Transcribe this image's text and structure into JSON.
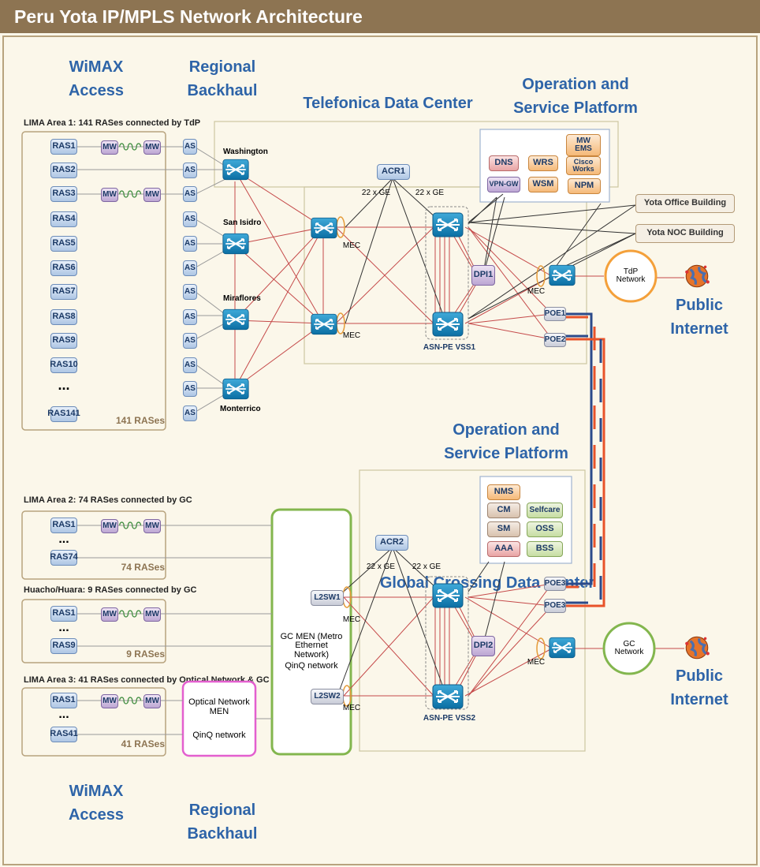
{
  "header": {
    "title": "Peru Yota IP/MPLS Network Architecture"
  },
  "section_labels": {
    "wimax_access": "WiMAX Access",
    "regional_backhaul": "Regional Backhaul",
    "telefonica_dc": "Telefonica Data Center",
    "op_service_platform": "Operation and Service Platform",
    "global_crossing_dc": "Global Crossing Data Center",
    "public_internet": "Public Internet"
  },
  "areas": {
    "lima1": {
      "title": "LIMA Area 1: 141 RASes connected by TdP",
      "count": "141 RASes"
    },
    "lima2": {
      "title": "LIMA Area 2: 74 RASes connected by GC",
      "count": "74 RASes"
    },
    "huacho": {
      "title": "Huacho/Huara: 9 RASes connected by GC",
      "count": "9 RASes"
    },
    "lima3": {
      "title": "LIMA Area 3: 41 RASes connected by Optical Network & GC",
      "count": "41 RASes"
    }
  },
  "ras_lima1": [
    "RAS1",
    "RAS2",
    "RAS3",
    "RAS4",
    "RAS5",
    "RAS6",
    "RAS7",
    "RAS8",
    "RAS9",
    "RAS10",
    "RAS141"
  ],
  "ellipsis": "...",
  "mw": "MW",
  "as": "AS",
  "routers": {
    "washington": "Washington",
    "san_isidro": "San Isidro",
    "miraflores": "Miraflores",
    "monterrico": "Monterrico"
  },
  "mec": "MEC",
  "ge": "22 x GE",
  "acr": {
    "top": "ACR1",
    "bottom": "ACR2"
  },
  "dpi": {
    "top": "DPI1",
    "bottom": "DPI2"
  },
  "vss": {
    "top": "ASN-PE VSS1",
    "bottom": "ASN-PE VSS2"
  },
  "poe": {
    "poe1": "POE1",
    "poe2": "POE2",
    "poe3a": "POE3",
    "poe3b": "POE3"
  },
  "platform_top": {
    "dns": "DNS",
    "wrs": "WRS",
    "mw_ems": "MW EMS",
    "vpn_gw": "VPN-GW",
    "wsm": "WSM",
    "cisco_works": "Cisco Works",
    "npm": "NPM"
  },
  "platform_bottom": {
    "nms": "NMS",
    "cm": "CM",
    "selfcare": "Selfcare",
    "sm": "SM",
    "oss": "OSS",
    "aaa": "AAA",
    "bss": "BSS"
  },
  "buildings": {
    "office": "Yota Office Building",
    "noc": "Yota NOC Building"
  },
  "networks": {
    "tdp": "TdP Network",
    "gc": "GC Network"
  },
  "lower_ras": {
    "ras1": "RAS1",
    "ras74": "RAS74",
    "ras9": "RAS9",
    "ras41": "RAS41"
  },
  "l2sw": {
    "a": "L2SW1",
    "b": "L2SW2"
  },
  "gc_men": {
    "title": "GC MEN (Metro Ethernet Network)",
    "qinq": "QinQ network"
  },
  "optical_men": {
    "title": "Optical Network MEN",
    "qinq": "QinQ network"
  }
}
